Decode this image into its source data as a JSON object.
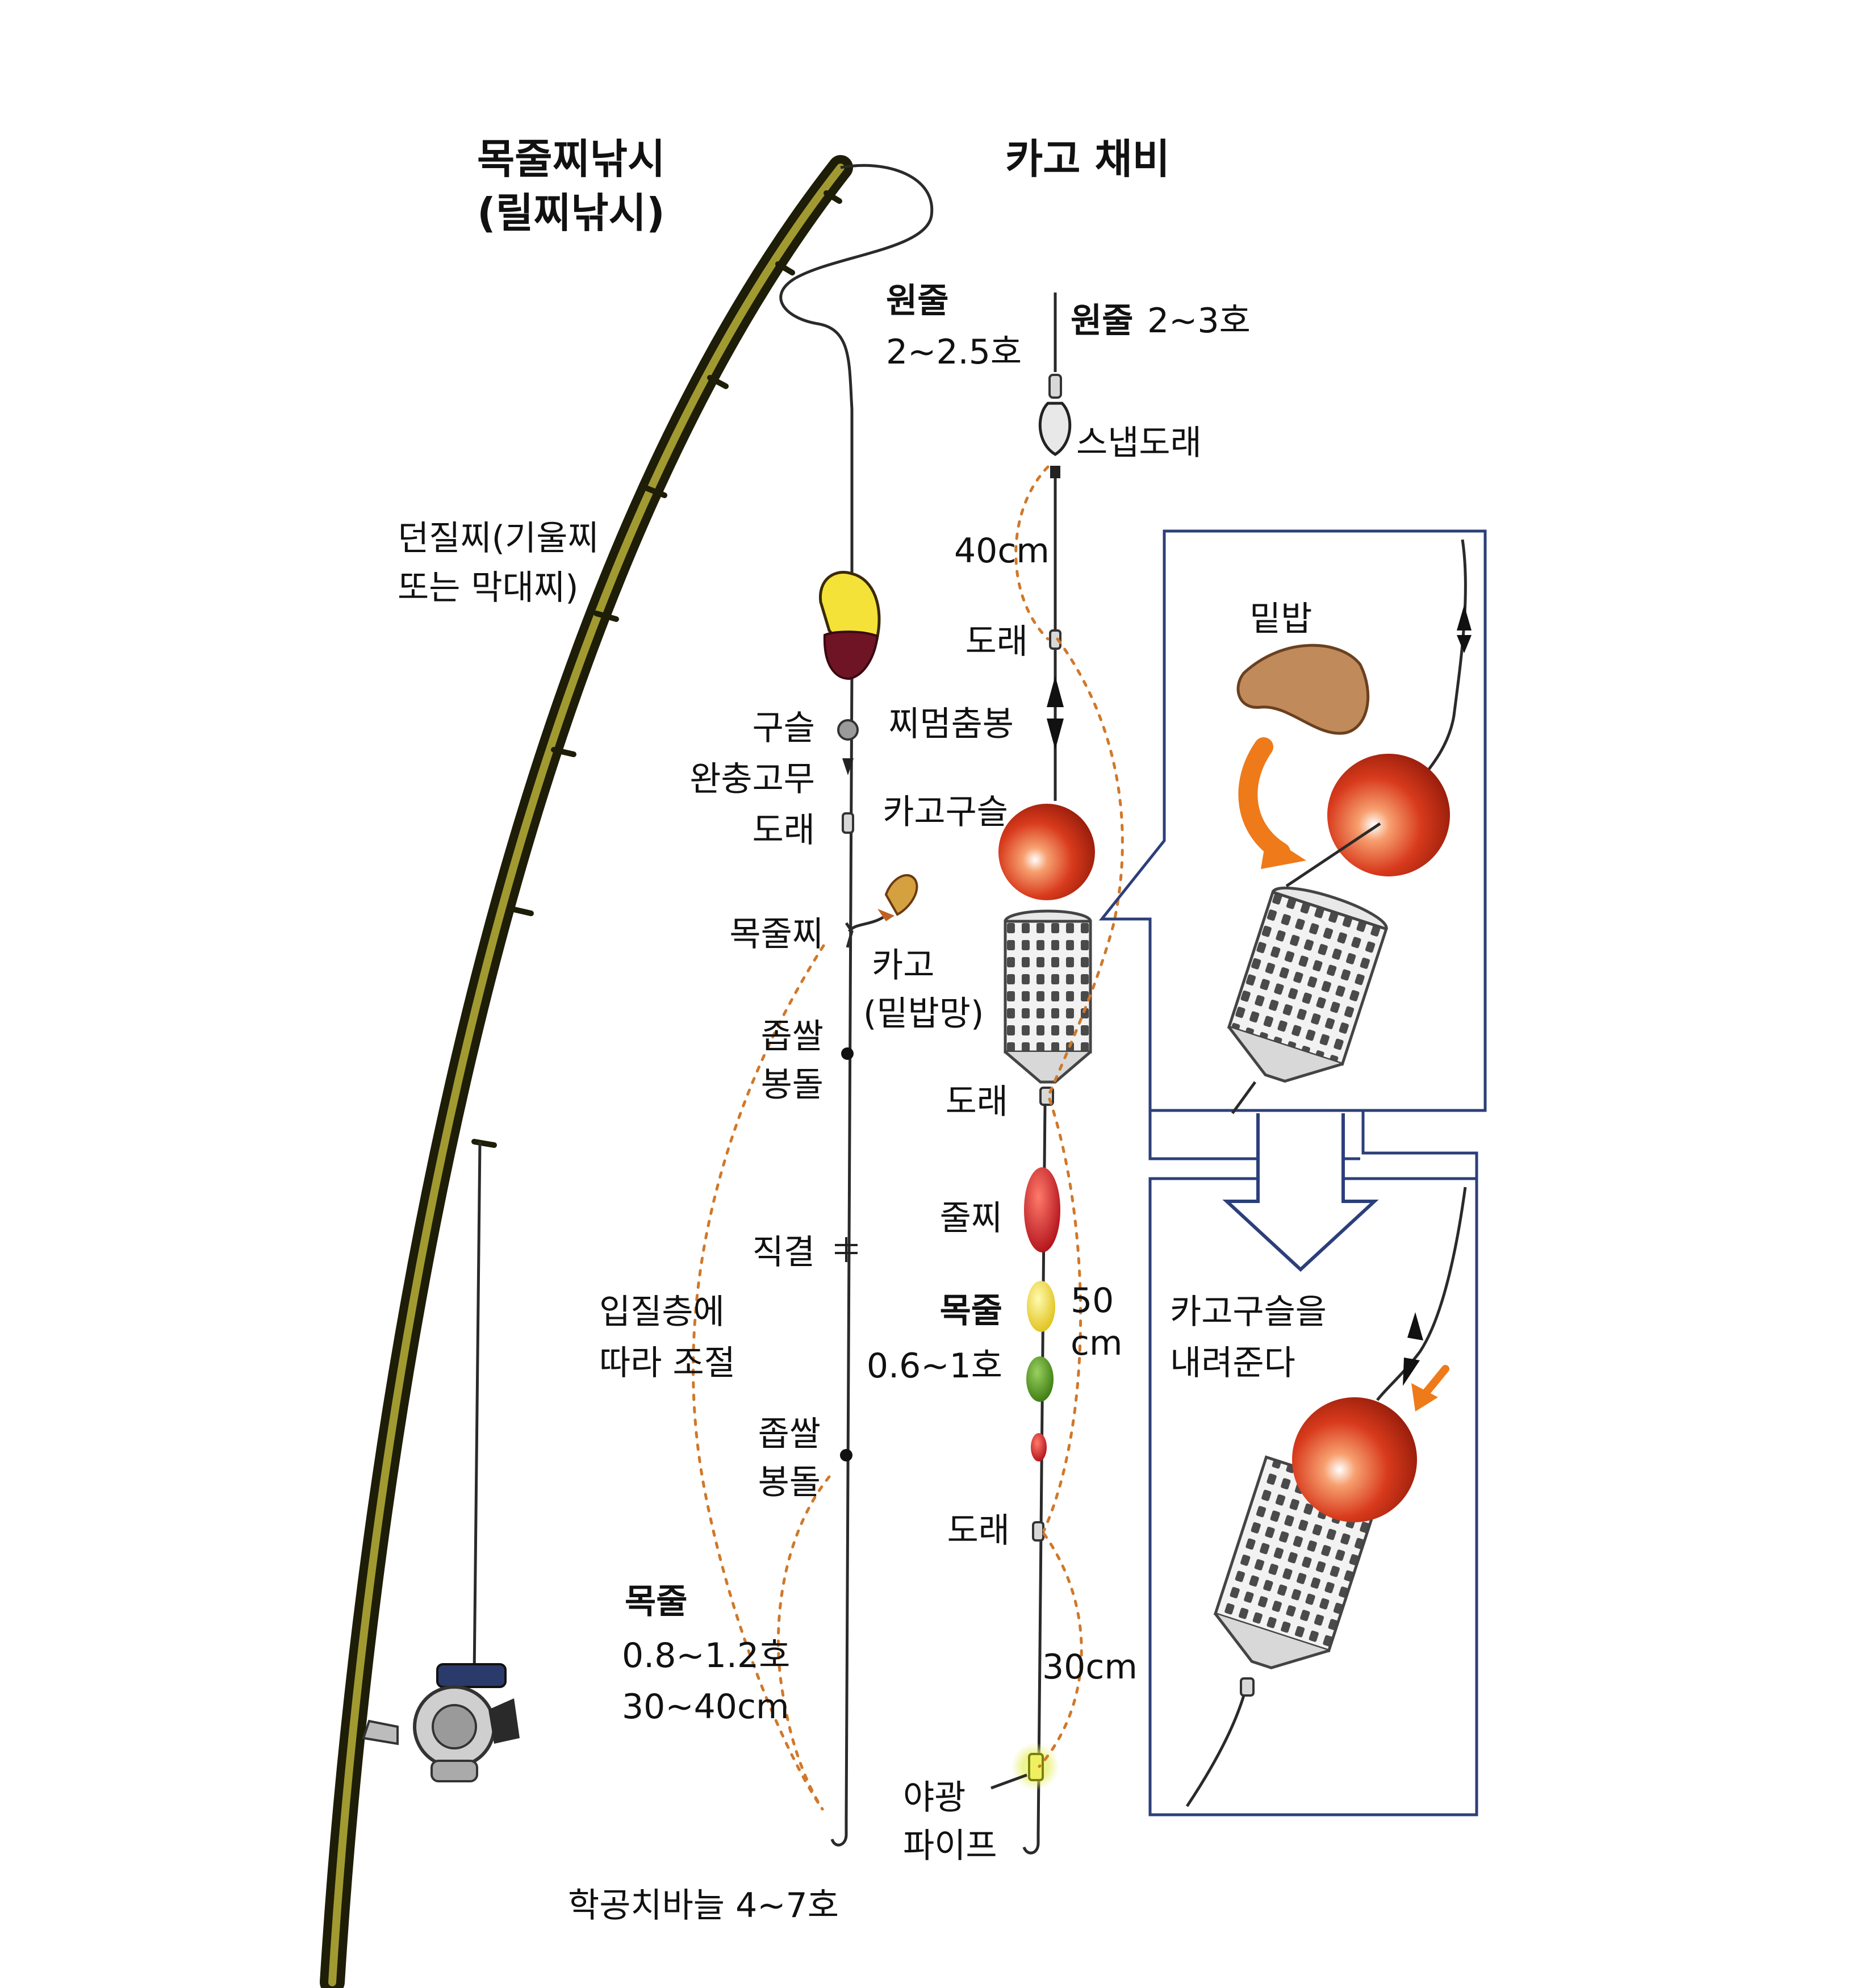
{
  "left": {
    "title_line1": "목줄찌낚시",
    "title_line2": "(릴찌낚시)",
    "main_line_name": "원줄",
    "main_line_size": "2~2.5호",
    "cast_float_line1": "던질찌(기울찌",
    "cast_float_line2": "또는 막대찌)",
    "bead": "구슬",
    "cushion": "완충고무",
    "swivel": "도래",
    "leader_float": "목줄찌",
    "split_shot1_line1": "좁쌀",
    "split_shot1_line2": "봉돌",
    "direct_knot": "직결",
    "adjust_line1": "입질층에",
    "adjust_line2": "따라 조절",
    "split_shot2_line1": "좁쌀",
    "split_shot2_line2": "봉돌",
    "leader_name": "목줄",
    "leader_size": "0.8~1.2호",
    "leader_length": "30~40cm",
    "hook": "학공치바늘 4~7호"
  },
  "right": {
    "title": "카고 채비",
    "main_line_name": "원줄",
    "main_line_size": "2~3호",
    "snap_swivel": "스냅도래",
    "len_40": "40cm",
    "swivel1": "도래",
    "float_stopper": "찌멈춤봉",
    "cago_bead": "카고구슬",
    "cago_line1": "카고",
    "cago_line2": "(밑밥망)",
    "swivel2": "도래",
    "line_float": "줄찌",
    "leader_name": "목줄",
    "leader_size": "0.6~1호",
    "len_50_line1": "50",
    "len_50_line2": "cm",
    "swivel3": "도래",
    "len_30": "30cm",
    "glow_line1": "야광",
    "glow_line2": "파이프"
  },
  "inset": {
    "bait": "밑밥",
    "instr_line1": "카고구슬을",
    "instr_line2": "내려준다"
  },
  "colors": {
    "rod_dark": "#2b2a12",
    "rod_light": "#c9c24a",
    "float_yellow": "#f4e238",
    "float_maroon": "#6e1425",
    "ball_red": "#d83a1c",
    "guide_orange": "#d0782a",
    "arrow_orange": "#ee7a1a",
    "box_blue": "#2c3f7a",
    "green": "#4a9a20",
    "glow": "#e8f070"
  }
}
